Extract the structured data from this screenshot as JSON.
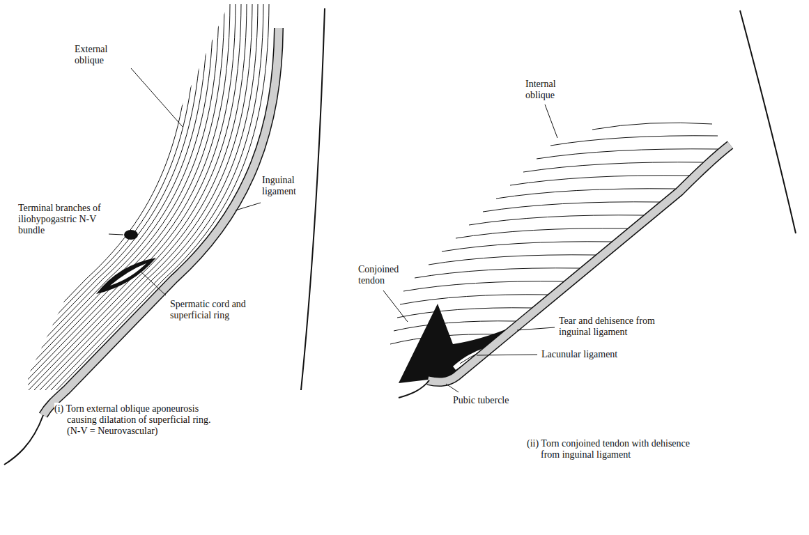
{
  "diagram": {
    "labels": [
      "External oblique",
      "Terminal branches of iliohypogastric N-V bundle",
      "Inguinal ligament",
      "Spermatic cord and superficial ring",
      "(i) Torn external oblique aponeurosis causing dilatation of superficial ring. (N-V = Neurovascular)",
      "Internal oblique",
      "Conjoined tendon",
      "Tear and dehisence from inguinal ligament",
      "Lacunular ligament",
      "Pubic tubercle",
      "(ii) Torn conjoined tendon with dehisence from inguinal ligament"
    ]
  }
}
